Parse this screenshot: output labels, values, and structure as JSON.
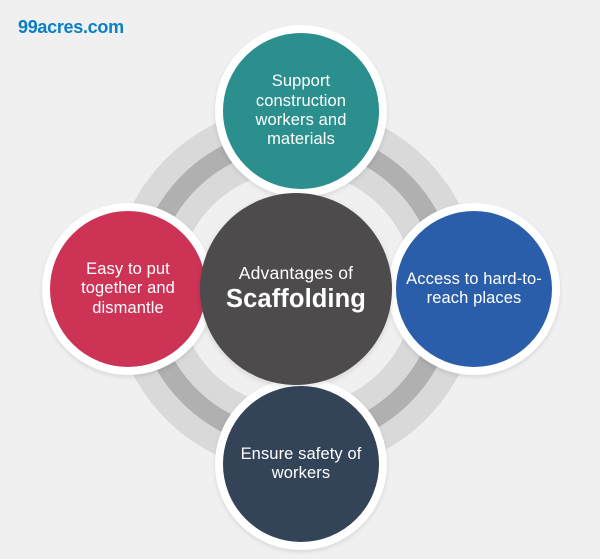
{
  "brand": {
    "logo_text": "99acres.com",
    "logo_color": "#0a7fc4"
  },
  "canvas": {
    "background_color": "#f0f0f0",
    "ring_color": "#b0b0b0",
    "ring_inner_color": "#d9d9d9",
    "halo_color": "#ffffff"
  },
  "center": {
    "line1": "Advantages of",
    "line2": "Scaffolding",
    "color": "#4d4b4b",
    "text_color": "#ffffff"
  },
  "nodes": [
    {
      "id": "top",
      "label": "Support construction workers and materials",
      "color": "#2a8f8d",
      "text_color": "#ffffff"
    },
    {
      "id": "right",
      "label": "Access to hard-to-reach places",
      "color": "#2a5eaa",
      "text_color": "#ffffff"
    },
    {
      "id": "bottom",
      "label": "Ensure safety of workers",
      "color": "#334459",
      "text_color": "#ffffff"
    },
    {
      "id": "left",
      "label": "Easy to put together and dismantle",
      "color": "#cd3355",
      "text_color": "#ffffff"
    }
  ]
}
